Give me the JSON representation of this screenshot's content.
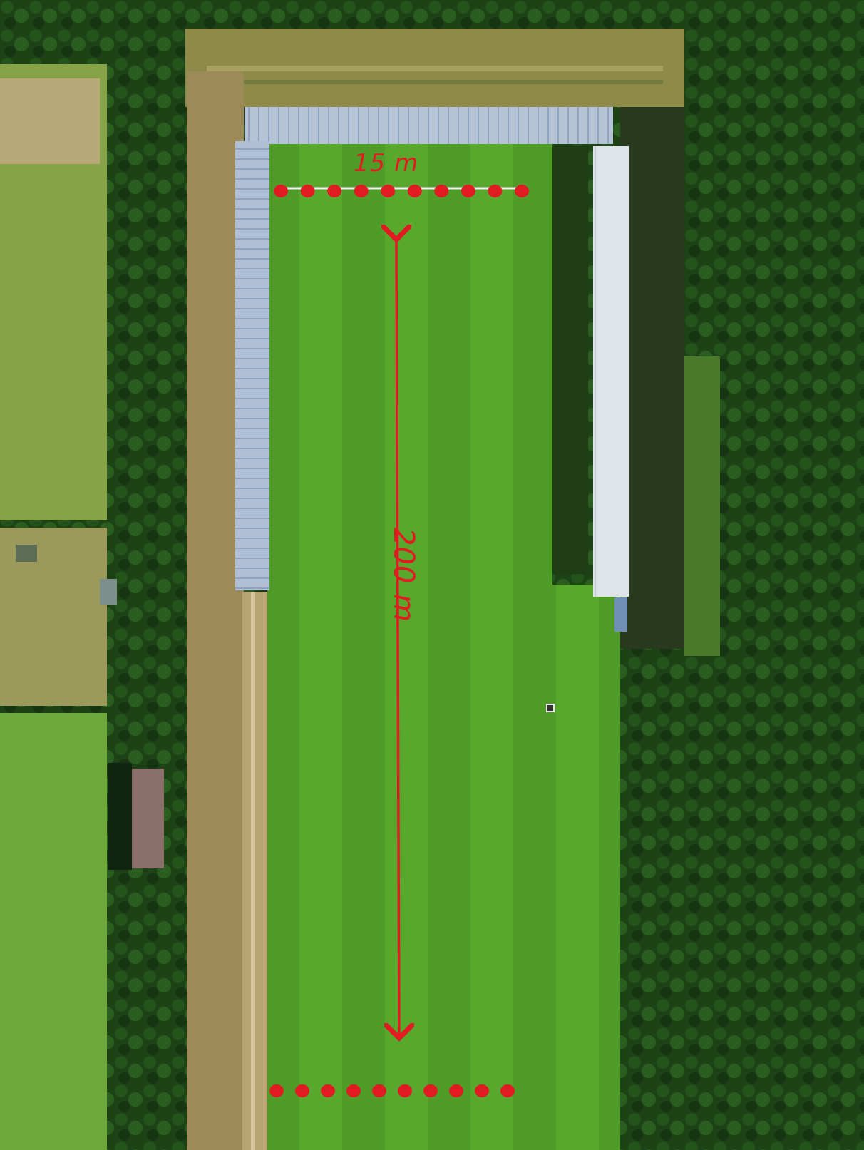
{
  "annotations": {
    "width_label": "15 m",
    "length_label": "200 m"
  },
  "markers": {
    "top_row_count": 10,
    "bottom_row_count": 10
  },
  "colors": {
    "annotation": "#e11b22",
    "grass": "#4e9a28",
    "grass_light": "#5fae30",
    "forest": "#1a3d14",
    "roof": "#b8c6d8",
    "field_left": "#7a9a3c",
    "dirt_path": "#b8a070"
  }
}
